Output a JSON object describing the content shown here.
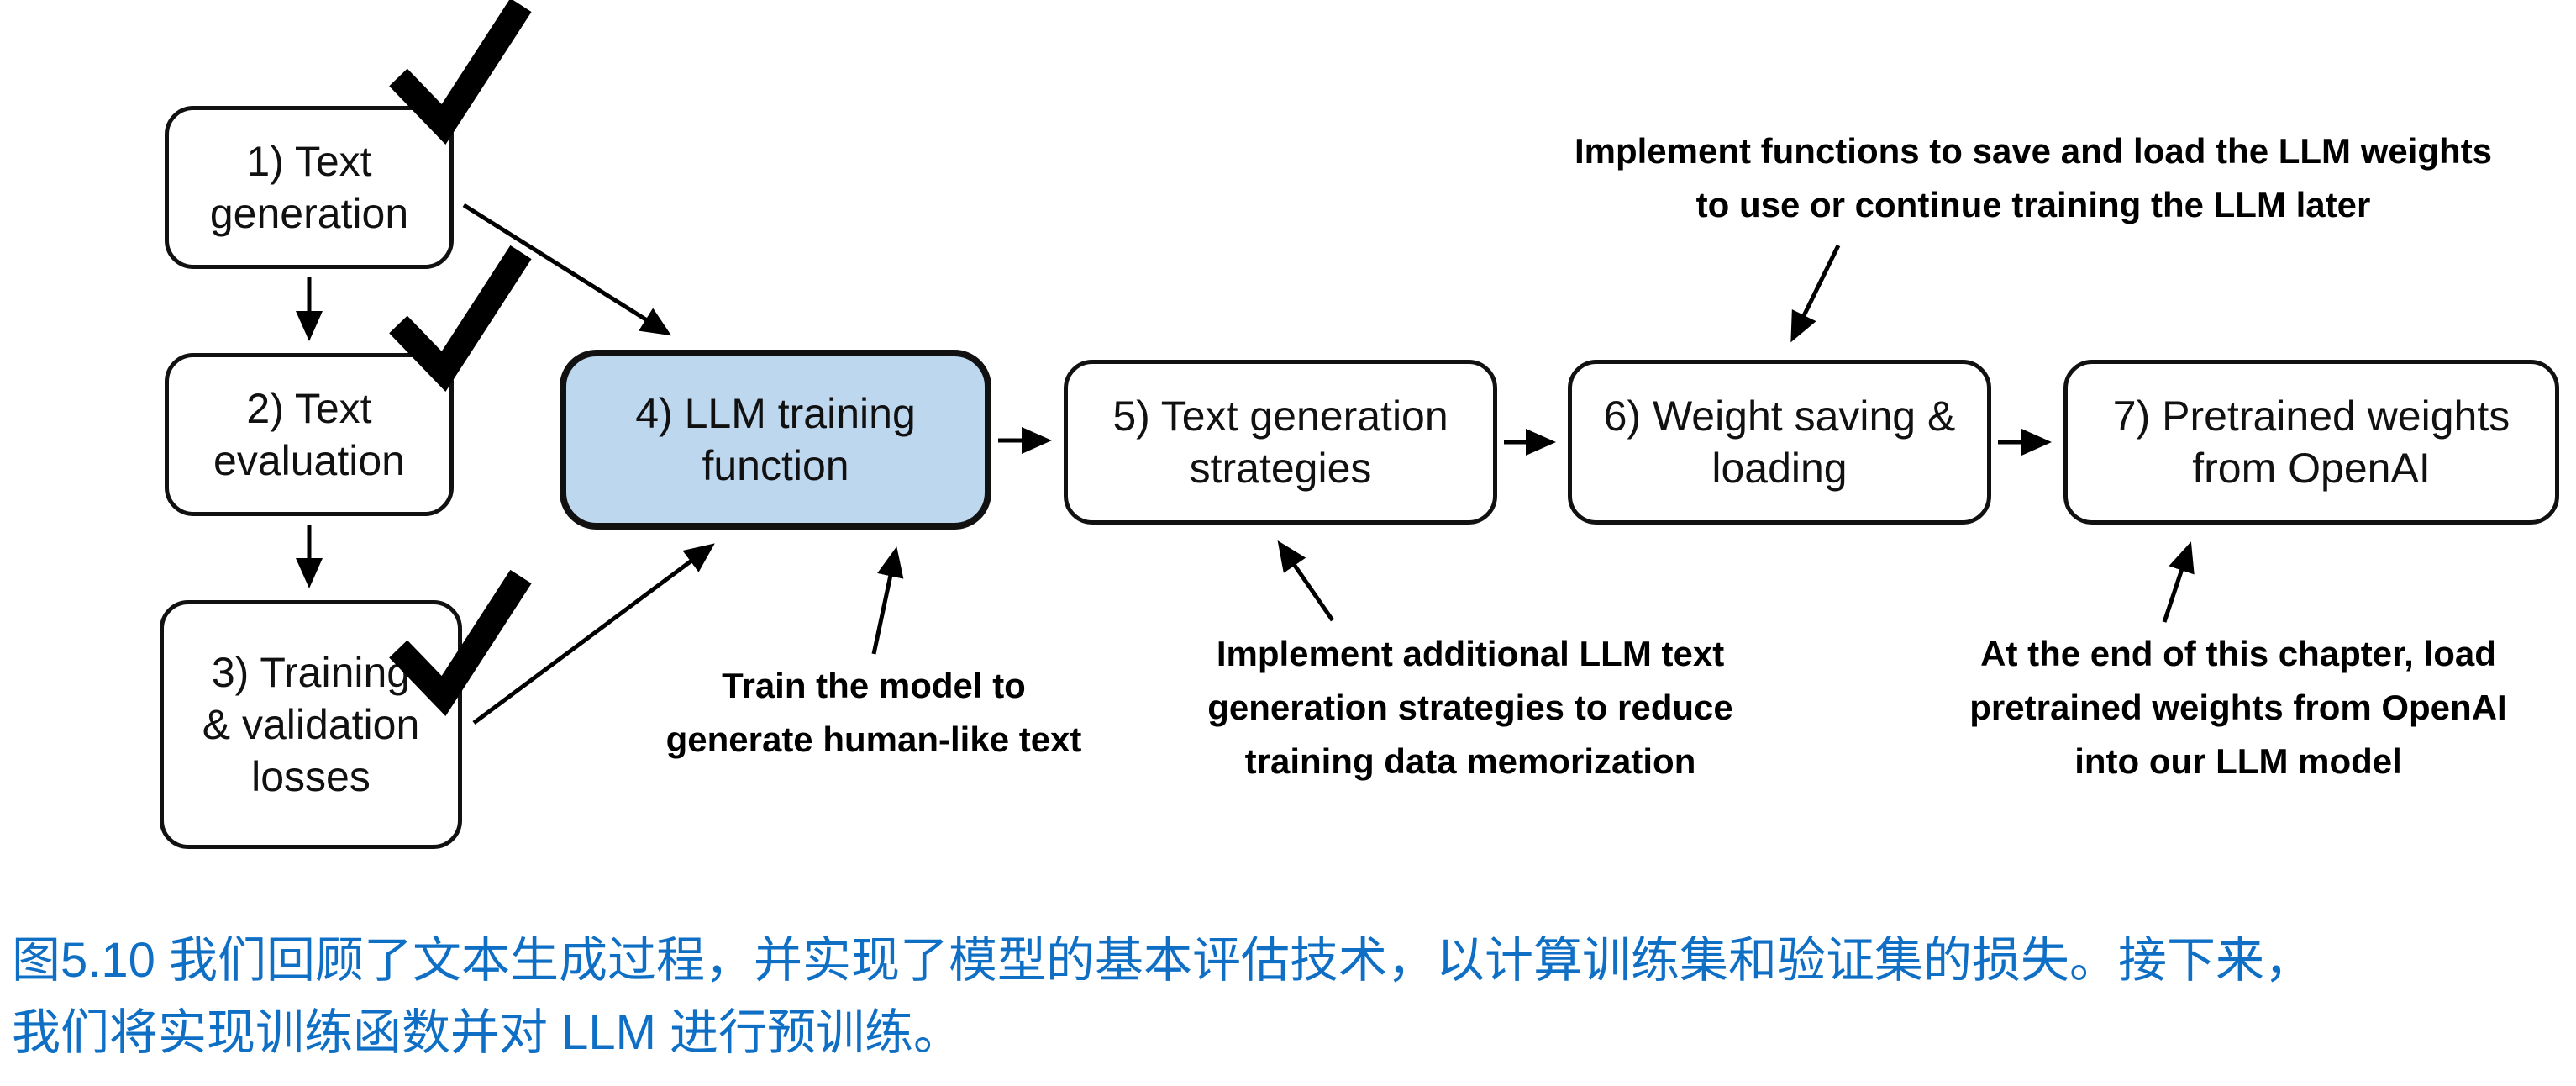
{
  "figure": {
    "boxes": [
      {
        "label": "1) Text\ngeneration",
        "checked": true
      },
      {
        "label": "2) Text\nevaluation",
        "checked": true
      },
      {
        "label": "3) Training\n& validation\nlosses",
        "checked": true
      },
      {
        "label": "4) LLM training\nfunction",
        "highlighted": true
      },
      {
        "label": "5) Text generation\nstrategies"
      },
      {
        "label": "6) Weight saving &\nloading"
      },
      {
        "label": "7) Pretrained weights\nfrom OpenAI"
      }
    ],
    "annotations": {
      "save_load": "Implement functions to save and load the LLM weights\nto use or continue training the LLM later",
      "train_model": "Train the model to\ngenerate human-like text",
      "generation_strategies": "Implement additional LLM text\ngeneration strategies to reduce\ntraining data memorization",
      "openai_weights": "At the end of this chapter, load\npretrained weights from OpenAI\ninto our LLM model"
    },
    "caption": {
      "line1": "图5.10 我们回顾了文本生成过程，并实现了模型的基本评估技术，以计算训练集和验证集的损失。接下来，",
      "line2": "我们将实现训练函数并对 LLM 进行预训练。"
    },
    "colors": {
      "highlight_box_fill": "#bdd7ee",
      "caption_text": "#0f6fc5"
    }
  }
}
